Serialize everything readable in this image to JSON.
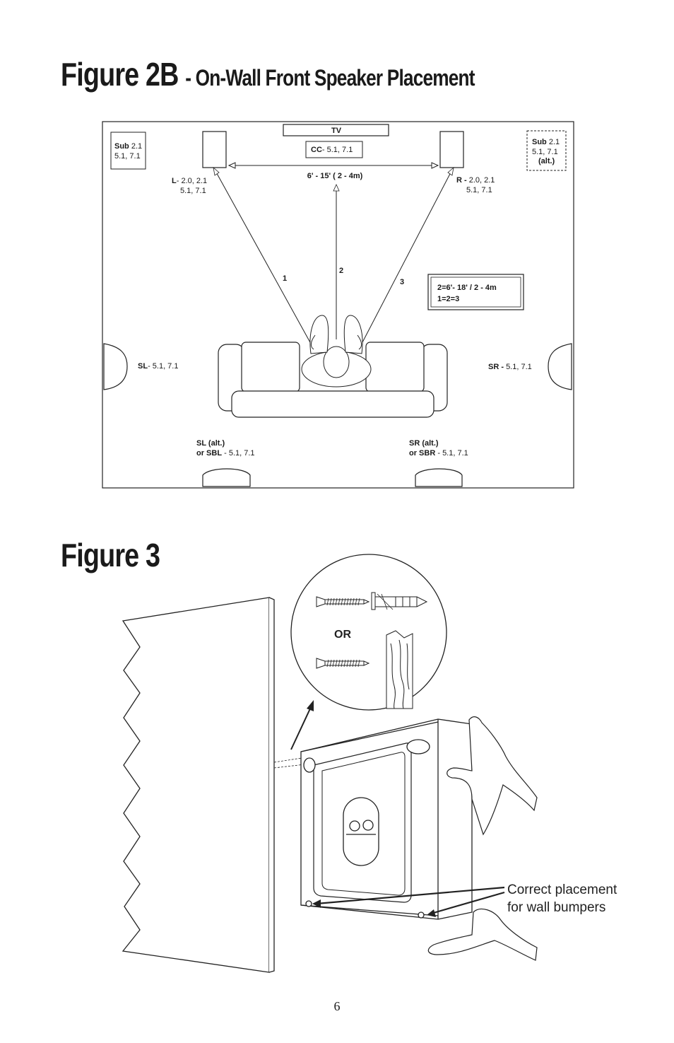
{
  "figure_2b": {
    "title": "Figure 2B",
    "subtitle": "- On-Wall Front Speaker Placement",
    "tv": "TV",
    "cc_label": "CC",
    "cc_channels": "- 5.1, 7.1",
    "distance_front": "6' - 15' ( 2 - 4m)",
    "left_label": "L",
    "left_channels_1": "- 2.0, 2.1",
    "left_channels_2": "5.1, 7.1",
    "right_label": "R -",
    "right_channels_1": "2.0, 2.1",
    "right_channels_2": "5.1, 7.1",
    "sub_left_label": "Sub",
    "sub_left_line1": "2.1",
    "sub_left_line2": "5.1, 7.1",
    "sub_right_label": "Sub",
    "sub_right_line1": "2.1",
    "sub_right_line2": "5.1, 7.1",
    "sub_right_alt": "(alt.)",
    "line_1": "1",
    "line_2": "2",
    "line_3": "3",
    "rule_1": "2=6'- 18' / 2 - 4m",
    "rule_2": "1=2=3",
    "sl_label": "SL",
    "sl_channels": "- 5.1, 7.1",
    "sr_label": "SR -",
    "sr_channels": "5.1, 7.1",
    "sl_alt_1": "SL (alt.)",
    "sl_alt_2_bold": "or SBL",
    "sl_alt_2": "- 5.1, 7.1",
    "sr_alt_1": "SR (alt.)",
    "sr_alt_2_bold": "or SBR",
    "sr_alt_2": "- 5.1, 7.1"
  },
  "figure_3": {
    "title": "Figure 3",
    "or_label": "OR",
    "callout_1": "Correct placement",
    "callout_2": "for wall bumpers"
  },
  "page_number": "6"
}
